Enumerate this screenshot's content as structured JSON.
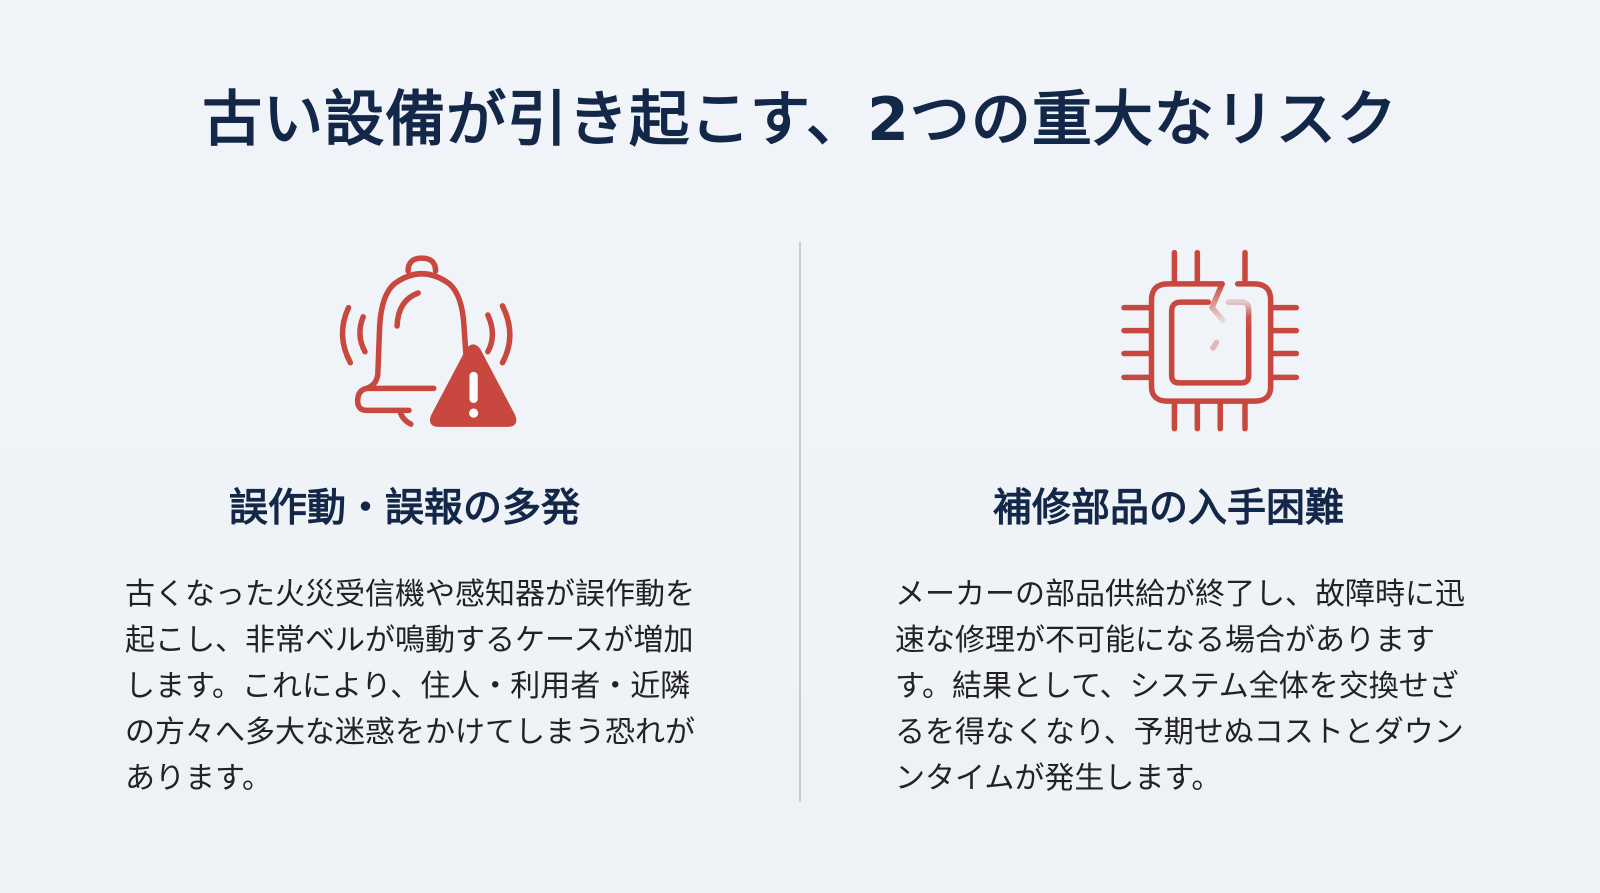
{
  "slide": {
    "title": "古い設備が引き起こす、2つの重大なリスク",
    "colors": {
      "background": "#eff3f7",
      "title": "#132848",
      "accent_red": "#c8473f",
      "body_text": "#222222",
      "divider": "#c9cdd2"
    },
    "risks": [
      {
        "icon": "bell-warning-icon",
        "heading": "誤作動・誤報の多発",
        "body_lines": [
          "古くなった火災受信機や感知器が誤作動を",
          "起こし、非常ベルが鳴動するケースが増加",
          "します。これにより、住人・利用者・近隣",
          "の方々へ多大な迷惑をかけてしまう恐れが",
          "あります。"
        ]
      },
      {
        "icon": "broken-chip-icon",
        "heading": "補修部品の入手困難",
        "body_lines": [
          "メーカーの部品供給が終了し、故障時に迅",
          "速な修理が不可能になる場合があります",
          "す。結果として、システム全体を交換せざ",
          "るを得なくなり、予期せぬコストとダウン",
          "ンタイムが発生します。"
        ]
      }
    ]
  }
}
